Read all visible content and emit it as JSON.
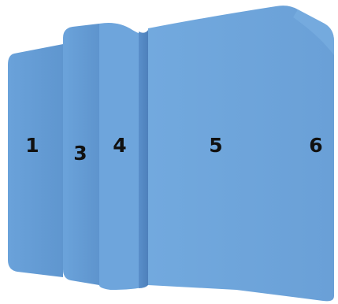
{
  "faces": [
    {
      "id": "face-1",
      "label": "1"
    },
    {
      "id": "face-3",
      "label": "3"
    },
    {
      "id": "face-4",
      "label": "4"
    },
    {
      "id": "face-5",
      "label": "5"
    },
    {
      "id": "face-6",
      "label": "6"
    }
  ],
  "colors": {
    "face_light": "#6fa6dc",
    "face_mid": "#6399d2",
    "face_shadow": "#4f82bd",
    "label": "#111111"
  }
}
